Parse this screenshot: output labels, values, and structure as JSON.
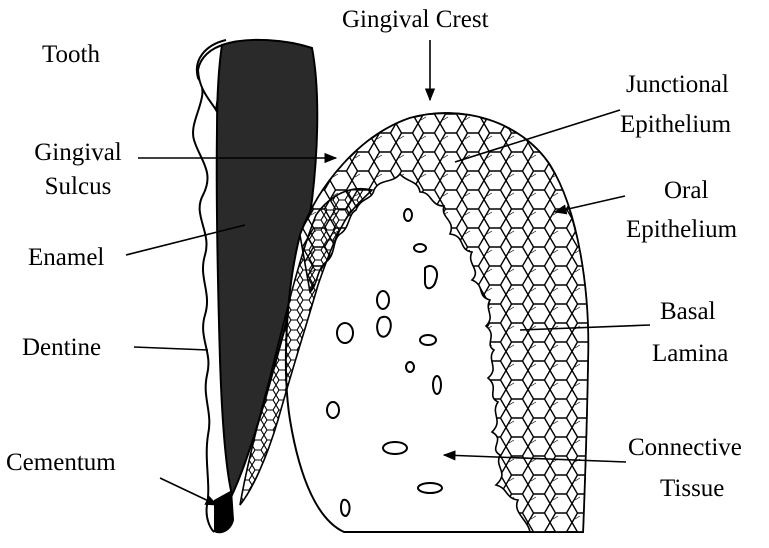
{
  "labels": {
    "tooth": "Tooth",
    "gingival_crest": "Gingival Crest",
    "junctional_1": "Junctional",
    "junctional_2": "Epithelium",
    "gingival_sulcus_1": "Gingival",
    "gingival_sulcus_2": "Sulcus",
    "oral_1": "Oral",
    "oral_2": "Epithelium",
    "enamel": "Enamel",
    "basal_1": "Basal",
    "basal_2": "Lamina",
    "dentine": "Dentine",
    "connective_1": "Connective",
    "connective_2": "Tissue",
    "cementum": "Cementum"
  },
  "colors": {
    "ink": "#000000",
    "enamel_fill": "#2a2a2a",
    "background": "#ffffff"
  }
}
